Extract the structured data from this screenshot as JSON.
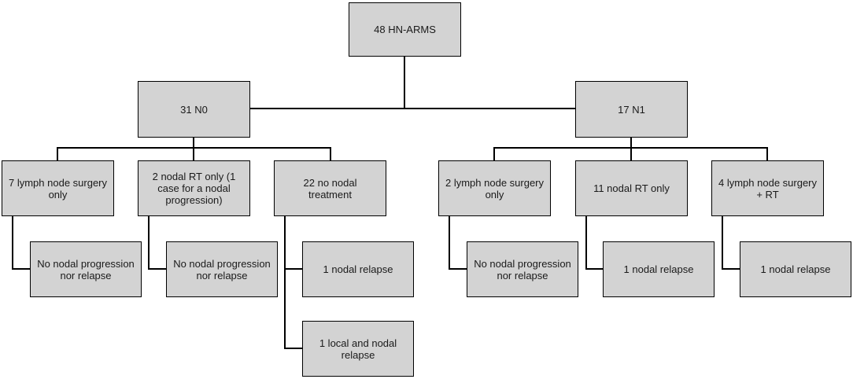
{
  "root": {
    "label": "48 HN-ARMS"
  },
  "groups": [
    {
      "label": "31 N0",
      "children": [
        {
          "label": "7 lymph node surgery only",
          "outcomes": [
            "No nodal progression nor relapse"
          ]
        },
        {
          "label": "2 nodal RT only (1 case for a nodal progression)",
          "outcomes": [
            "No nodal progression nor relapse"
          ]
        },
        {
          "label": "22 no nodal treatment",
          "outcomes": [
            "1 nodal relapse",
            "1 local and nodal relapse"
          ]
        }
      ]
    },
    {
      "label": "17 N1",
      "children": [
        {
          "label": "2 lymph node surgery only",
          "outcomes": [
            "No nodal progression nor relapse"
          ]
        },
        {
          "label": "11 nodal RT only",
          "outcomes": [
            "1 nodal relapse"
          ]
        },
        {
          "label": "4 lymph node surgery + RT",
          "outcomes": [
            "1 nodal relapse"
          ]
        }
      ]
    }
  ],
  "colors": {
    "box_fill": "#d3d3d3",
    "box_border": "#000000",
    "connector": "#000000",
    "text": "#1a1a1a"
  }
}
